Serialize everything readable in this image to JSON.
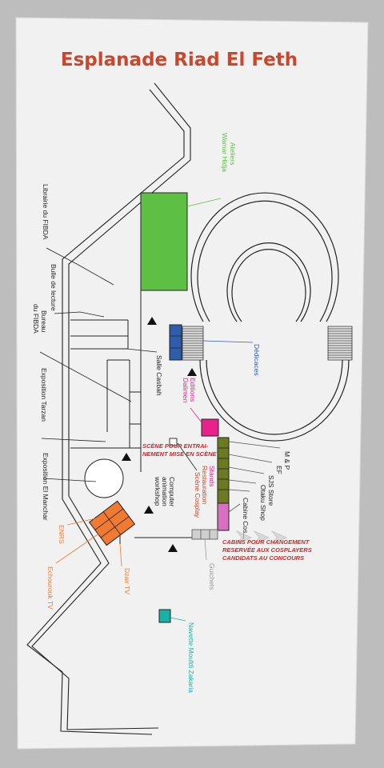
{
  "title": "Esplanade Riad El Feth",
  "colors": {
    "title": "#c9472c",
    "green": "#5dc045",
    "blue": "#2f5dae",
    "magenta": "#e8218e",
    "olive": "#6d7a22",
    "pink": "#d96fc1",
    "orange": "#f07a31",
    "teal": "#1ab0a6",
    "gray": "#9a9a9a",
    "red": "#e02020"
  },
  "labels": {
    "ateliers": "Ateliers",
    "wamar": "Wamar Hidja",
    "librairie": "Librairie du FIBDA",
    "bulle": "Bulle de lecture",
    "bureau1": "Bureau",
    "bureau2": "du FIBDA",
    "salle": "Salle Casbah",
    "tarzan": "Exposition Tarzan",
    "manchar": "Exposition El Manchar",
    "dedicaces": "Dédicaces",
    "editions1": "Editions",
    "editions2": "Dalimen",
    "mp": "M & P",
    "ef": "EF",
    "sjs": "SJS Store",
    "otaku": "Otaku Shop",
    "cabine": "Cabine Cos...",
    "stands": "Stands",
    "restauration": "Restauration",
    "scene": "Scène Cosplay",
    "computer1": "Computer",
    "computer2": "animation",
    "computer3": "workshop",
    "enrs": "ENRS",
    "echourouk": "Echourouk TV",
    "dzair": "Dzair TV",
    "guichets": "Guichets",
    "navette": "Navette Moufdi Zakaria",
    "note1_l1": "SCÈNE POUR ENTRAI-",
    "note1_l2": "NEMENT MISE EN SCÈNE",
    "note2_l1": "CABINS POUR CHANGEMENT",
    "note2_l2": "RESERVÉE AUX COSPLAYERS",
    "note2_l3": "CANDIDATS AU CONCOURS"
  }
}
